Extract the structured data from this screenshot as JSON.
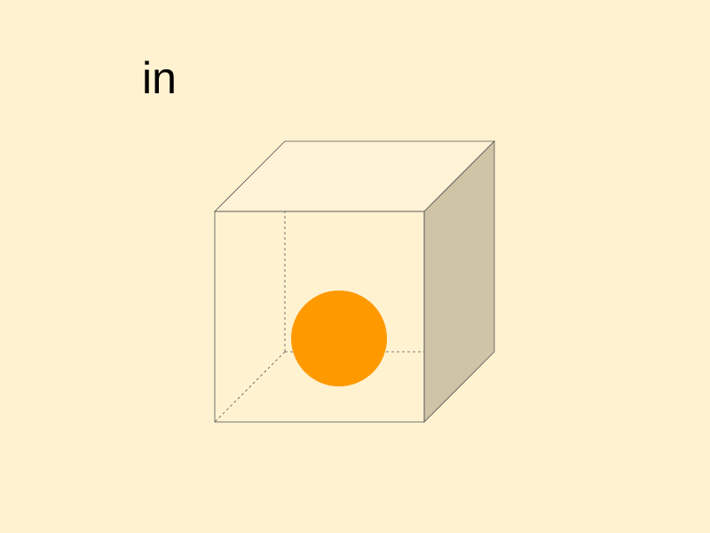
{
  "word": "in",
  "colors": {
    "background": "#fff2d1",
    "box_top_face": "#fff2d6",
    "box_right_face": "#cfc4a6",
    "box_edge": "#555555",
    "ball": "#ff9900",
    "text": "#000000"
  },
  "diagram": {
    "object": "ball",
    "container": "box",
    "relation": "inside"
  }
}
